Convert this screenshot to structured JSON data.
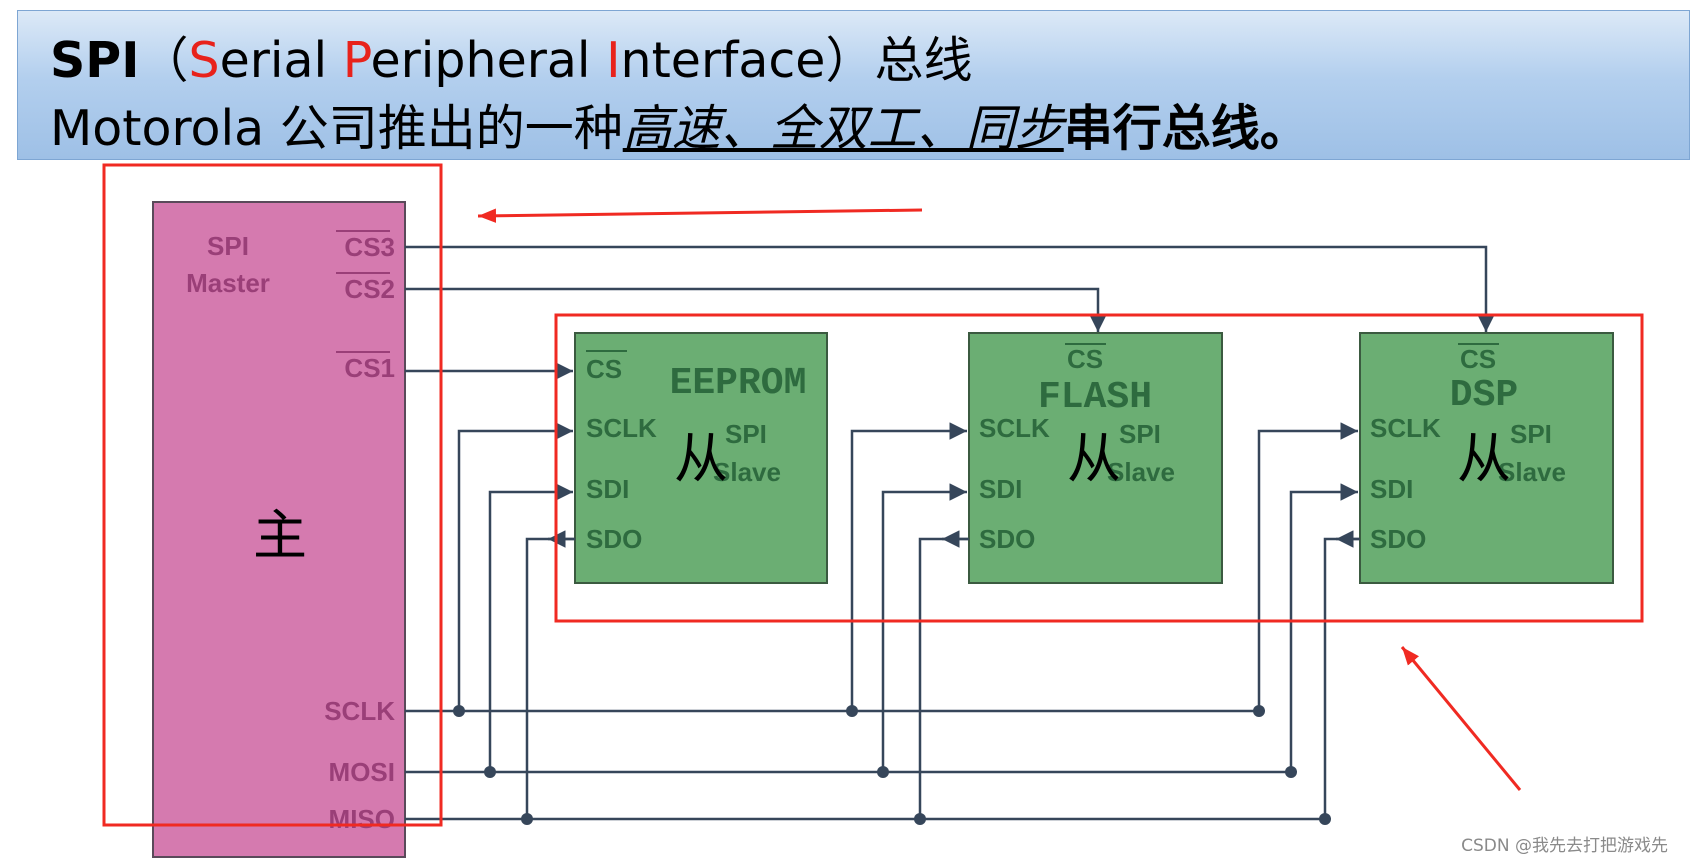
{
  "header": {
    "line1": {
      "spi": "SPI",
      "open_paren": "（",
      "s_letter": "S",
      "erial": "erial ",
      "p_letter": "P",
      "eripheral": "eripheral ",
      "i_letter": "I",
      "nterface": "nterface",
      "close_paren": "）",
      "bus": "总线"
    },
    "line2": {
      "prefix": "Motorola 公司推出的一种",
      "features": "高速、全双工、同步",
      "suffix": "串行总线。"
    }
  },
  "master": {
    "title_line1": "SPI",
    "title_line2": "Master",
    "pins": {
      "cs3": "CS3",
      "cs2": "CS2",
      "cs1": "CS1",
      "sclk": "SCLK",
      "mosi": "MOSI",
      "miso": "MISO"
    },
    "annotation": "主"
  },
  "slaves": [
    {
      "cs": "CS",
      "name": "EEPROM",
      "sclk": "SCLK",
      "sdi": "SDI",
      "sdo": "SDO",
      "spi": "SPI",
      "slave": "Slave",
      "annotation": "从"
    },
    {
      "cs": "CS",
      "name": "FLASH",
      "sclk": "SCLK",
      "sdi": "SDI",
      "sdo": "SDO",
      "spi": "SPI",
      "slave": "Slave",
      "annotation": "从"
    },
    {
      "cs": "CS",
      "name": "DSP",
      "sclk": "SCLK",
      "sdi": "SDI",
      "sdo": "SDO",
      "spi": "SPI",
      "slave": "Slave",
      "annotation": "从"
    }
  ],
  "watermark": "CSDN @我先去打把游戏先",
  "colors": {
    "master_fill": "#d57aaf",
    "master_text": "#9a3f78",
    "slave_fill": "#6bae73",
    "slave_text": "#2e6b3f",
    "wire": "#36465a",
    "annotation_red": "#f02a22"
  }
}
